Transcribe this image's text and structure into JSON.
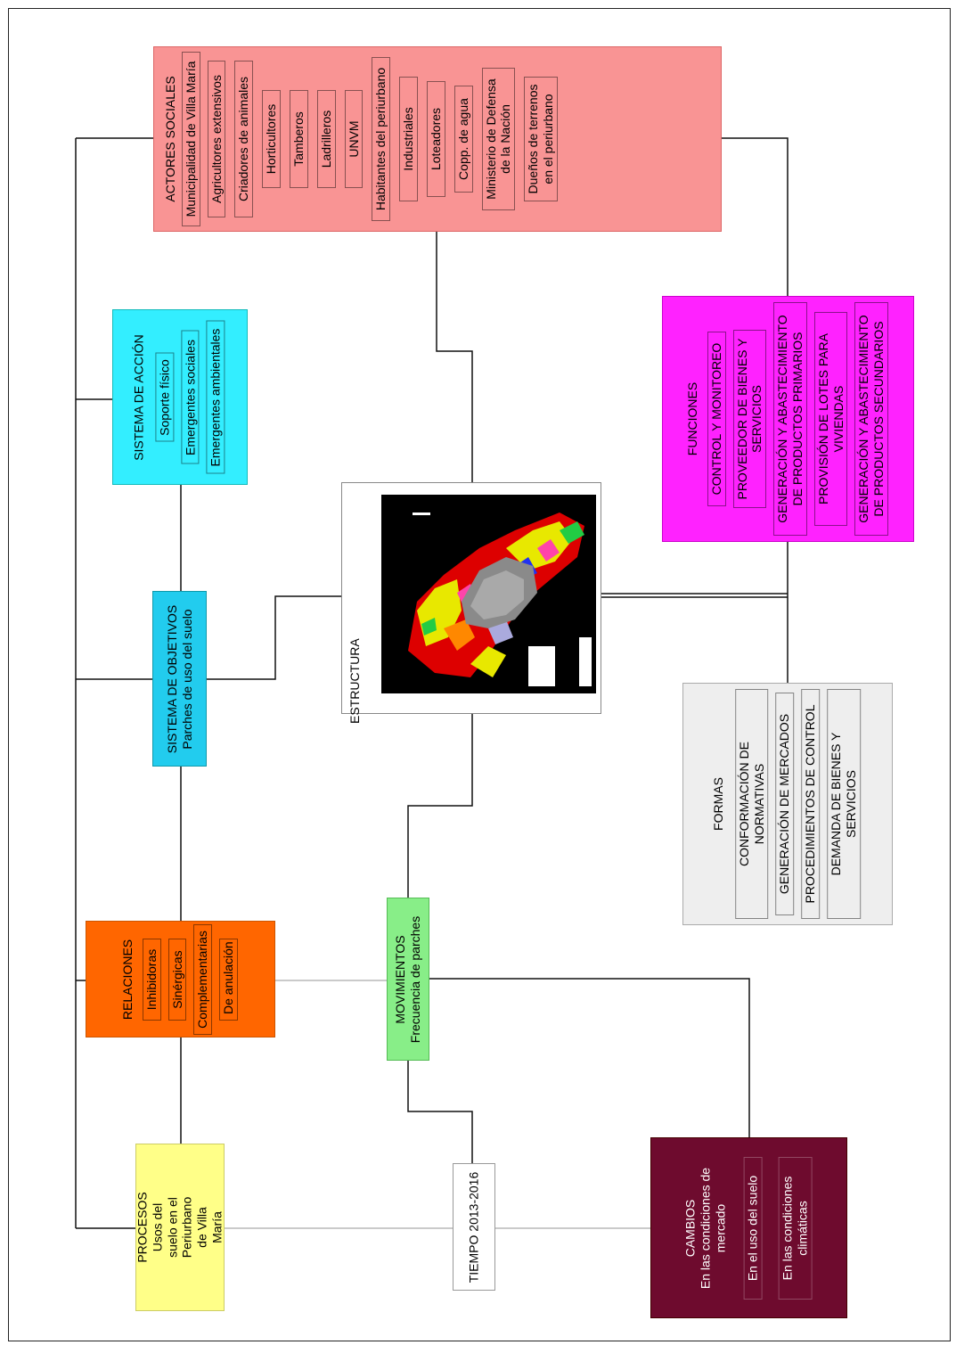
{
  "actores": {
    "title": "ACTORES SOCIALES",
    "items": [
      "Municipalidad de Villa María",
      "Agricultores extensivos",
      "Criadores de animales",
      "Horticultores",
      "Tamberos",
      "Ladrilleros",
      "UNVM",
      "Habitantes del periurbano",
      "Industriales",
      "Loteadores",
      "Copp. de agua",
      "Ministerio de Defensa\nde la Nación",
      "Dueños de terrenos\nen el  periurbano"
    ],
    "color": "#f99494"
  },
  "accion": {
    "title": "SISTEMA DE ACCIÓN",
    "items": [
      "Soporte físico",
      "Emergentes sociales",
      "Emergentes ambientales"
    ],
    "color": "#33eeff"
  },
  "objetivos": {
    "title": "SISTEMA DE OBJETIVOS",
    "subtitle": "Parches de uso del suelo",
    "color": "#22ccee"
  },
  "estructura": {
    "title": "ESTRUCTURA"
  },
  "funciones": {
    "title": "FUNCIONES",
    "items": [
      "CONTROL Y MONITOREO",
      "PROVEEDOR DE BIENES Y\nSERVICIOS",
      "GENERACIÓN Y ABASTECIMIENTO\nDE PRODUCTOS PRIMARIOS",
      "PROVISIÓN DE LOTES PARA\nVIVIENDAS",
      "GENERACIÓN Y ABASTECIMIENTO\nDE PRODUCTOS SECUNDARIOS"
    ],
    "color": "#ff22ff"
  },
  "formas": {
    "title": "FORMAS",
    "items": [
      "CONFORMACIÓN DE\nNORMATIVAS",
      "GENERACIÓN DE MERCADOS",
      "PROCEDIMIENTOS DE CONTROL",
      "DEMANDA DE BIENES Y\nSERVICIOS"
    ],
    "color": "#eeeeee"
  },
  "relaciones": {
    "title": "RELACIONES",
    "items": [
      "Inhibidoras",
      "Sinérgicas",
      "Complementarias",
      "De anulación"
    ],
    "color": "#ff6600"
  },
  "movimientos": {
    "title": "MOVIMIENTOS",
    "subtitle": "Frecuencia de parches",
    "color": "#88ee88"
  },
  "procesos": {
    "title": "PROCESOS",
    "subtitle": "Usos del suelo en el\nPeriurbano de Villa María",
    "color": "#ffff88"
  },
  "tiempo": {
    "title": "TIEMPO 2013-2016"
  },
  "cambios": {
    "title": "CAMBIOS",
    "items": [
      "En las condiciones de\nmercado",
      "En el uso del suelo",
      "En las condiciones\nclimáticas"
    ],
    "color": "#6e0b2e"
  }
}
